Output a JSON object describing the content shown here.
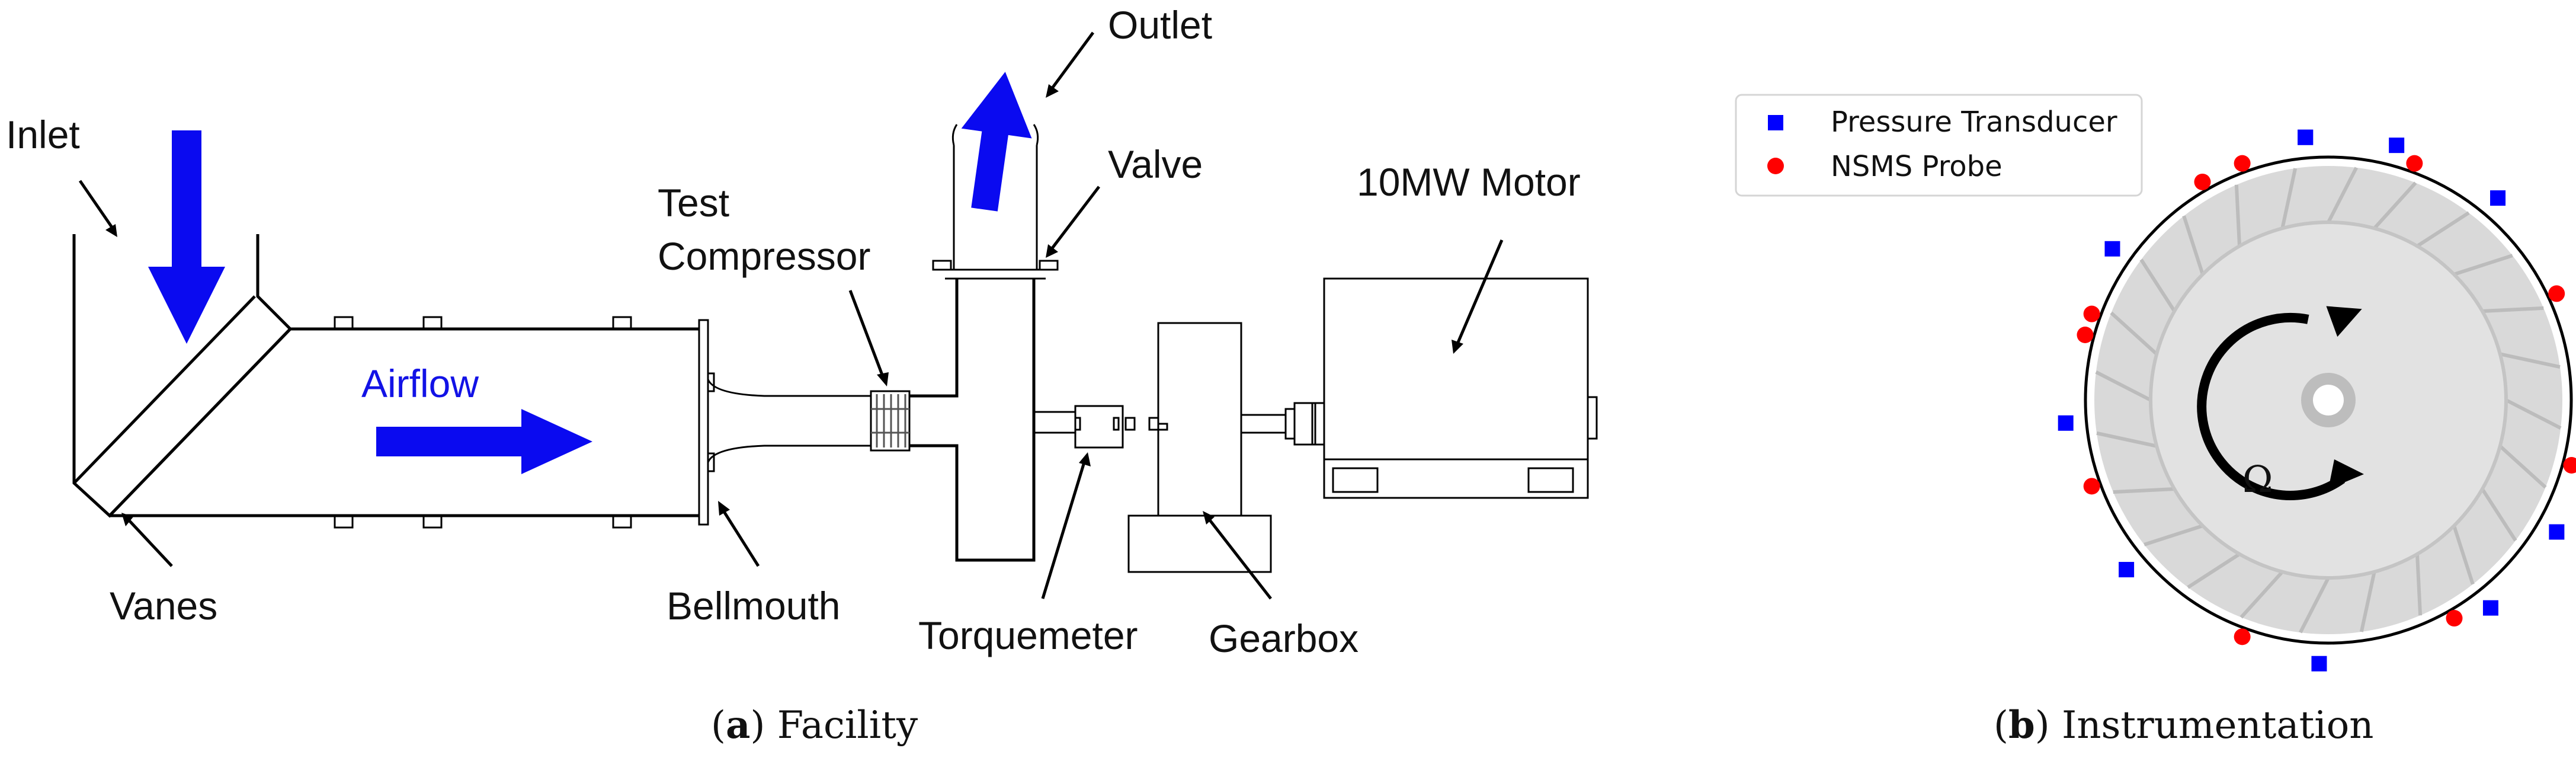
{
  "facility": {
    "labels": {
      "inlet": "Inlet",
      "vanes": "Vanes",
      "airflow": "Airflow",
      "bellmouth": "Bellmouth",
      "test_line1": "Test",
      "test_line2": "Compressor",
      "outlet": "Outlet",
      "valve": "Valve",
      "torquemeter": "Torquemeter",
      "gearbox": "Gearbox",
      "motor": "10MW Motor"
    },
    "caption_letter": "a",
    "caption_text": "Facility",
    "colors": {
      "airflow_arrow": "#0a0af0",
      "lines": "#000000"
    }
  },
  "instrumentation": {
    "legend": [
      {
        "label": "Pressure Transducer",
        "marker": "square",
        "color": "#0000ff"
      },
      {
        "label": "NSMS Probe",
        "marker": "circle",
        "color": "#ff0000"
      }
    ],
    "rotation_symbol": "Ω",
    "caption_letter": "b",
    "caption_text": "Instrumentation",
    "pressure_transducer_angles_deg": [
      -95,
      -75,
      -50,
      30,
      52,
      92,
      140,
      175,
      215,
      265
    ],
    "nsms_probe_angles_deg": [
      -120,
      -70,
      -25,
      15,
      60,
      110,
      160,
      200,
      250,
      -165
    ],
    "colors": {
      "disk": "#dcdcdc",
      "rim": "#000000"
    }
  }
}
